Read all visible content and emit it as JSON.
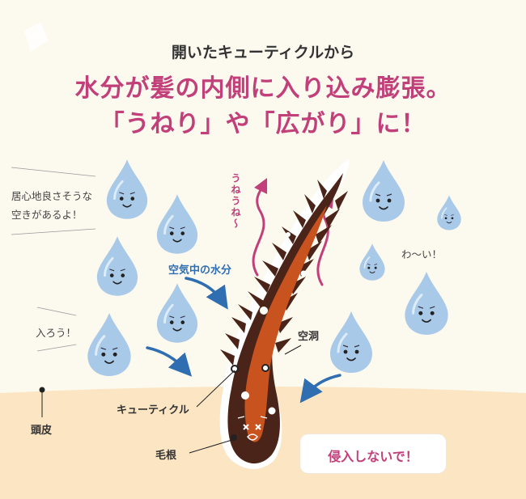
{
  "header": {
    "subtitle": "開いたキューティクルから",
    "headline_line1": "水分が髪の内側に入り込み膨張。",
    "headline_line2": "「うねり」や「広がり」に！"
  },
  "speech": {
    "left_top_line1": "居心地良さそうな",
    "left_top_line2": "空きがあるよ！",
    "left_mid": "入ろう！",
    "right": "わ〜い！",
    "bubble": "侵入しないで！",
    "wavy": "うねうね〜"
  },
  "labels": {
    "water": "空気中の水分",
    "cavity": "空洞",
    "cuticle": "キューティクル",
    "scalp": "頭皮",
    "root": "毛根"
  },
  "colors": {
    "background": "#fcf9ef",
    "scalp": "#fbe5c2",
    "hair": "#4a2418",
    "hair_core": "#c9531f",
    "droplet": "#a9c9e8",
    "accent_pink": "#c2407a",
    "arrow_blue": "#2f6fb1"
  }
}
